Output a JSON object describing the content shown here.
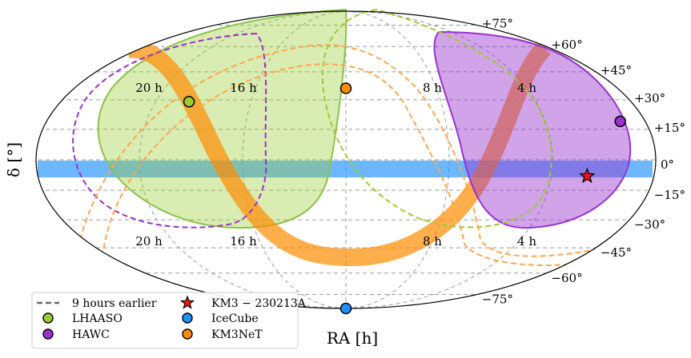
{
  "chart_data": {
    "type": "scatter",
    "projection": "mollweide",
    "title": "",
    "xlabel": "RA [h]",
    "ylabel": "δ [°]",
    "ra_labels_upper": [
      "20 h",
      "16 h",
      "8 h",
      "4 h"
    ],
    "ra_labels_lower": [
      "20 h",
      "16 h",
      "8 h",
      "4 h"
    ],
    "dec_labels_right": [
      "+75°",
      "+60°",
      "+45°",
      "+30°",
      "+15°",
      "0°",
      "−15°",
      "−30°",
      "−45°",
      "−60°",
      "−75°"
    ],
    "grid": true,
    "legend_position": "lower-left",
    "legend": [
      {
        "label": "9 hours earlier",
        "marker": "dashed-line",
        "color": "#666666"
      },
      {
        "label": "LHAASO",
        "marker": "circle",
        "color": "#9acd32"
      },
      {
        "label": "HAWC",
        "marker": "circle",
        "color": "#9932cc"
      },
      {
        "label": "KM3 − 230213A",
        "marker": "star",
        "color": "#e41a1c"
      },
      {
        "label": "IceCube",
        "marker": "circle",
        "color": "#1e90ff"
      },
      {
        "label": "KM3NeT",
        "marker": "circle",
        "color": "#ff8c00"
      }
    ],
    "points": [
      {
        "series": "LHAASO",
        "ra_h": 18.6,
        "dec": 29.0
      },
      {
        "series": "HAWC",
        "ra_h": 1.0,
        "dec": 19.0
      },
      {
        "series": "KM3NeT",
        "ra_h": 12.0,
        "dec": 36.0
      },
      {
        "series": "IceCube",
        "ra_h": 12.0,
        "dec": -90.0
      },
      {
        "series": "KM3 − 230213A",
        "ra_h": 2.6,
        "dec": -8.0
      }
    ],
    "colors": {
      "lhaaso_fill": "#9acd32",
      "hawc_fill": "#9932cc",
      "icecube_band": "#1e90ff",
      "km3net_band": "#ff8c00",
      "grid": "#9a9a9a"
    }
  }
}
